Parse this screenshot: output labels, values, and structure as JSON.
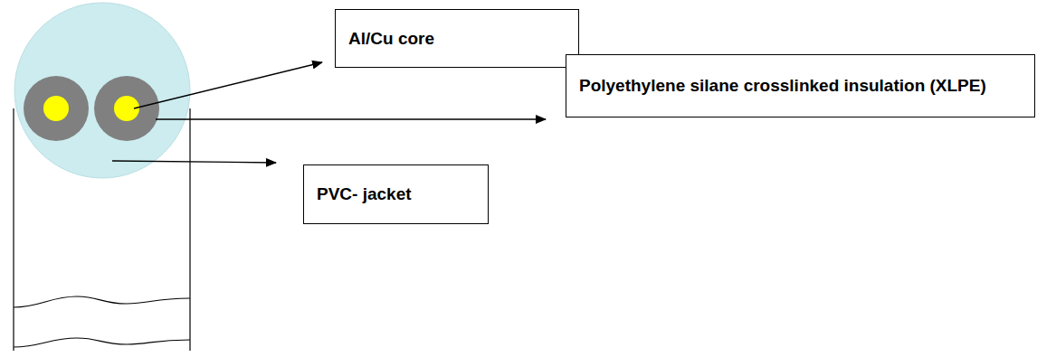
{
  "diagram": {
    "nodes": [
      {
        "text": [
          "Al/Cu core"
        ]
      },
      {
        "text": [
          "Polyethylene silane crosslinked insulation (XLPE)"
        ]
      },
      {
        "text": [
          "PVC- jacket"
        ]
      }
    ]
  }
}
